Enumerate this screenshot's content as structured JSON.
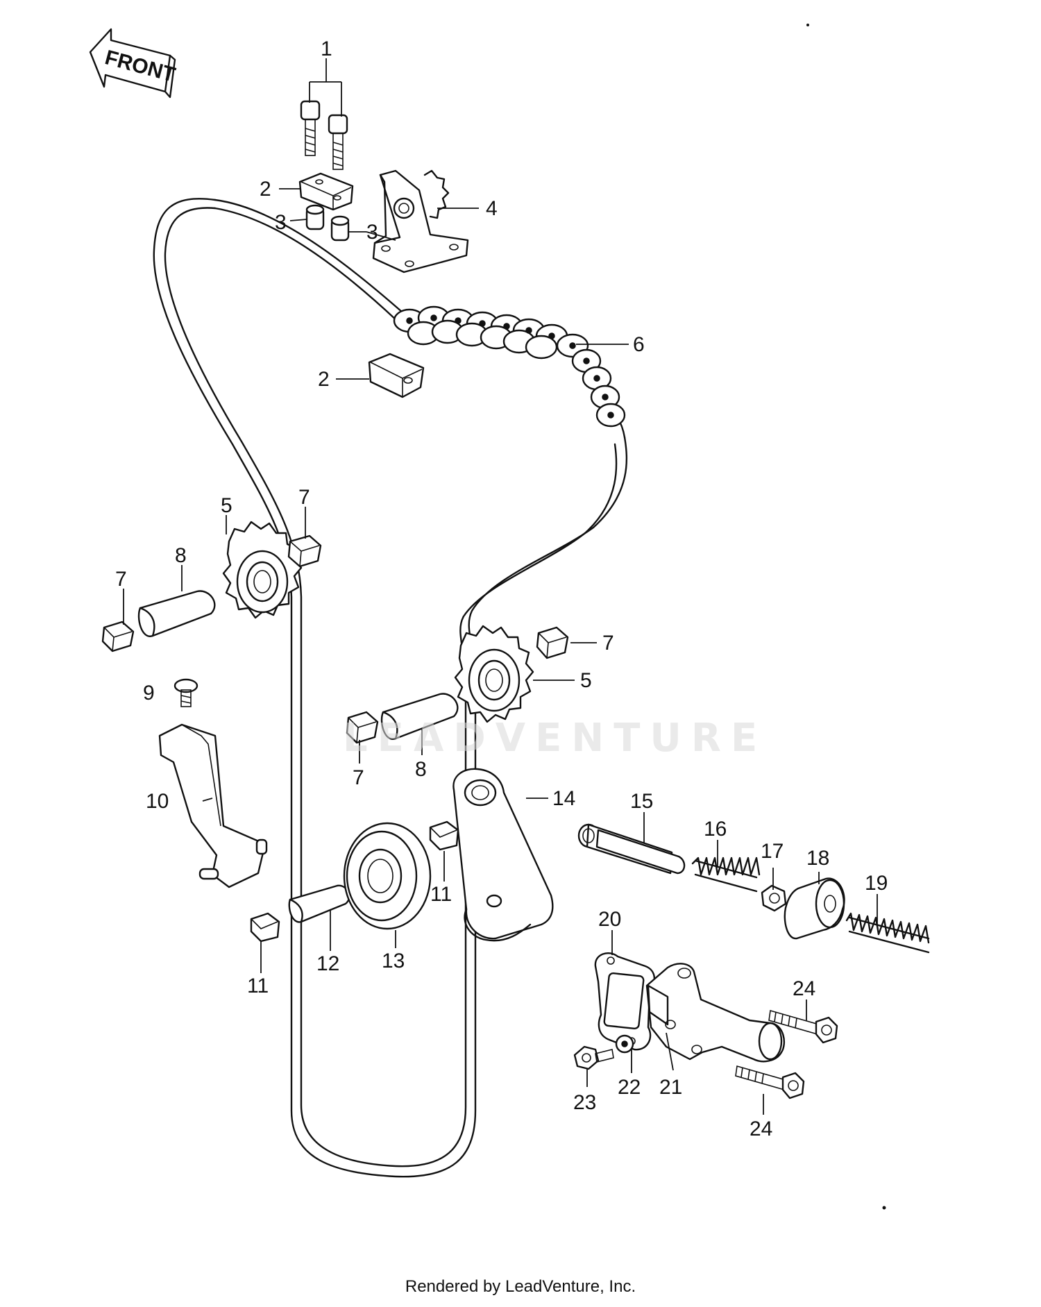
{
  "diagram": {
    "front_label": "FRONT",
    "watermark": "LEADVENTURE",
    "footer": "Rendered by LeadVenture, Inc.",
    "callouts": [
      {
        "id": "c1",
        "text": "1"
      },
      {
        "id": "c2a",
        "text": "2"
      },
      {
        "id": "c2b",
        "text": "2"
      },
      {
        "id": "c3a",
        "text": "3"
      },
      {
        "id": "c3b",
        "text": "3"
      },
      {
        "id": "c4",
        "text": "4"
      },
      {
        "id": "c5a",
        "text": "5"
      },
      {
        "id": "c5b",
        "text": "5"
      },
      {
        "id": "c6",
        "text": "6"
      },
      {
        "id": "c7a",
        "text": "7"
      },
      {
        "id": "c7b",
        "text": "7"
      },
      {
        "id": "c7c",
        "text": "7"
      },
      {
        "id": "c7d",
        "text": "7"
      },
      {
        "id": "c8a",
        "text": "8"
      },
      {
        "id": "c8b",
        "text": "8"
      },
      {
        "id": "c9",
        "text": "9"
      },
      {
        "id": "c10",
        "text": "10"
      },
      {
        "id": "c11a",
        "text": "11"
      },
      {
        "id": "c11b",
        "text": "11"
      },
      {
        "id": "c12",
        "text": "12"
      },
      {
        "id": "c13",
        "text": "13"
      },
      {
        "id": "c14",
        "text": "14"
      },
      {
        "id": "c15",
        "text": "15"
      },
      {
        "id": "c16",
        "text": "16"
      },
      {
        "id": "c17",
        "text": "17"
      },
      {
        "id": "c18",
        "text": "18"
      },
      {
        "id": "c19",
        "text": "19"
      },
      {
        "id": "c20",
        "text": "20"
      },
      {
        "id": "c21",
        "text": "21"
      },
      {
        "id": "c22",
        "text": "22"
      },
      {
        "id": "c23",
        "text": "23"
      },
      {
        "id": "c24a",
        "text": "24"
      },
      {
        "id": "c24b",
        "text": "24"
      }
    ]
  }
}
